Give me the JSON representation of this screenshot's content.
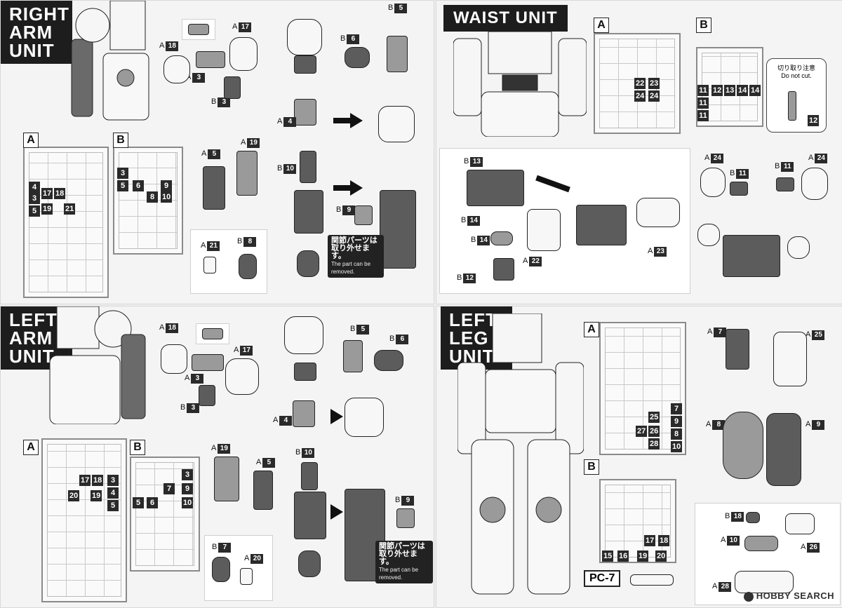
{
  "sections": {
    "right_arm": {
      "title": [
        "RIGHT",
        "ARM",
        "UNIT"
      ]
    },
    "waist": {
      "title": "WAIST UNIT"
    },
    "left_arm": {
      "title": [
        "LEFT",
        "ARM",
        "UNIT"
      ]
    },
    "left_leg": {
      "title": [
        "LEFT",
        "LEG",
        "UNIT"
      ]
    }
  },
  "runner_labels": {
    "a": "A",
    "b": "B"
  },
  "right_arm": {
    "runner_a_numbers": [
      "3",
      "4",
      "5",
      "17",
      "18",
      "19",
      "21"
    ],
    "runner_b_numbers": [
      "3",
      "5",
      "6",
      "8",
      "9",
      "10"
    ],
    "parts": {
      "a18": "A",
      "n18": "18",
      "a17": "A",
      "n17": "17",
      "a3": "A",
      "n3": "3",
      "b3": "B",
      "nb3": "3",
      "b6": "B",
      "n6": "6",
      "b5": "B",
      "n5": "5",
      "a4": "A",
      "n4": "4",
      "a5": "A",
      "n5a": "5",
      "a19": "A",
      "n19": "19",
      "b10": "B",
      "n10": "10",
      "b9": "B",
      "n9": "9",
      "a21": "A",
      "n21": "21",
      "b8": "B",
      "n8": "8"
    }
  },
  "left_arm": {
    "runner_a_numbers": [
      "17",
      "18",
      "20",
      "19",
      "3",
      "4",
      "5"
    ],
    "runner_b_numbers": [
      "3",
      "5",
      "6",
      "7",
      "9",
      "10"
    ],
    "parts": {
      "a18": "A",
      "n18": "18",
      "a17": "A",
      "n17": "17",
      "a3": "A",
      "n3": "3",
      "b3": "B",
      "nb3": "3",
      "b5": "B",
      "n5": "5",
      "b6": "B",
      "n6": "6",
      "a4": "A",
      "n4": "4",
      "a19": "A",
      "n19": "19",
      "a5": "A",
      "n5a": "5",
      "b10": "B",
      "n10": "10",
      "b9": "B",
      "n9": "9",
      "b7": "B",
      "n7": "7",
      "a20": "A",
      "n20": "20"
    }
  },
  "waist": {
    "runner_a_numbers": [
      "22",
      "23",
      "24",
      "24"
    ],
    "runner_b_numbers": [
      "11",
      "12",
      "13",
      "14",
      "14",
      "11",
      "11"
    ],
    "caution_jp": "切り取り注意",
    "caution_en": "Do not cut.",
    "caution_num": "12",
    "parts": {
      "b13": "B",
      "n13": "13",
      "b14a": "B",
      "n14a": "14",
      "b14b": "B",
      "n14b": "14",
      "b12": "B",
      "n12": "12",
      "a22": "A",
      "n22": "22",
      "a23": "A",
      "n23": "23",
      "a24a": "A",
      "n24a": "24",
      "b11a": "B",
      "n11a": "11",
      "b11b": "B",
      "n11b": "11",
      "a24b": "A",
      "n24b": "24"
    }
  },
  "left_leg": {
    "runner_a_numbers": [
      "7",
      "25",
      "9",
      "27",
      "26",
      "8",
      "28",
      "10"
    ],
    "runner_b_numbers": [
      "17",
      "18",
      "15",
      "16",
      "19",
      "20"
    ],
    "pc_label": "PC-7",
    "parts": {
      "a7": "A",
      "n7": "7",
      "a25": "A",
      "n25": "25",
      "a8": "A",
      "n8": "8",
      "a9": "A",
      "n9": "9",
      "b18": "B",
      "n18": "18",
      "a26": "A",
      "n26": "26",
      "a10": "A",
      "n10": "10",
      "a28": "A",
      "n28": "28"
    }
  },
  "note": {
    "jp_top": "関節パーツは",
    "jp_bottom": "取り外せます。",
    "en": "The part can be removed."
  },
  "watermark": "HOBBY SEARCH"
}
